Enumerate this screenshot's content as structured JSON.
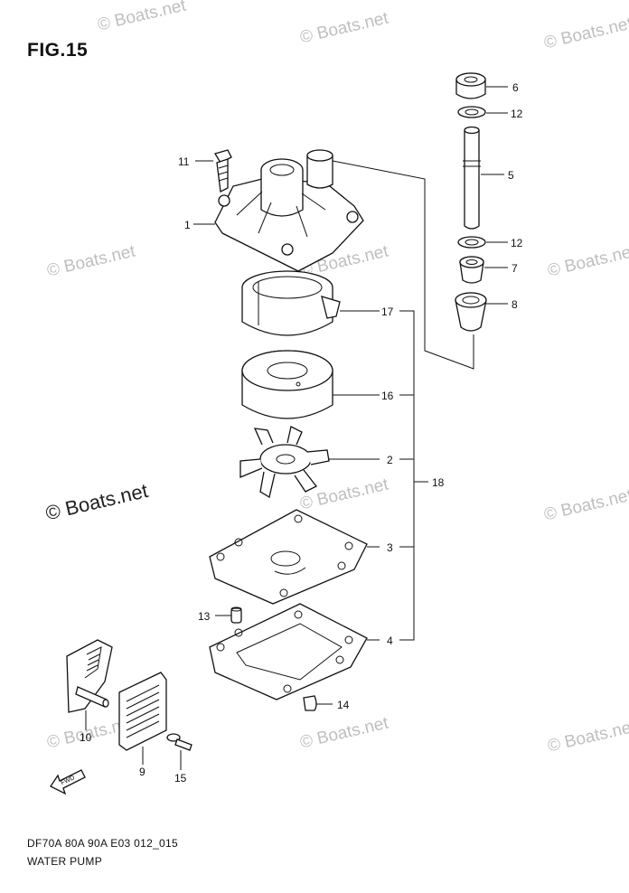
{
  "figure_title": "FIG.15",
  "footer": {
    "model_code": "DF70A 80A 90A E03 012_015",
    "section_name": "WATER PUMP"
  },
  "watermark_text": "© Boats.net",
  "fwd_label": "FWD",
  "callouts": {
    "p1": "1",
    "p2": "2",
    "p3": "3",
    "p4": "4",
    "p5": "5",
    "p6": "6",
    "p7": "7",
    "p8": "8",
    "p9": "9",
    "p10": "10",
    "p11": "11",
    "p12a": "12",
    "p12b": "12",
    "p13": "13",
    "p14": "14",
    "p15": "15",
    "p16": "16",
    "p17": "17",
    "p18": "18"
  }
}
